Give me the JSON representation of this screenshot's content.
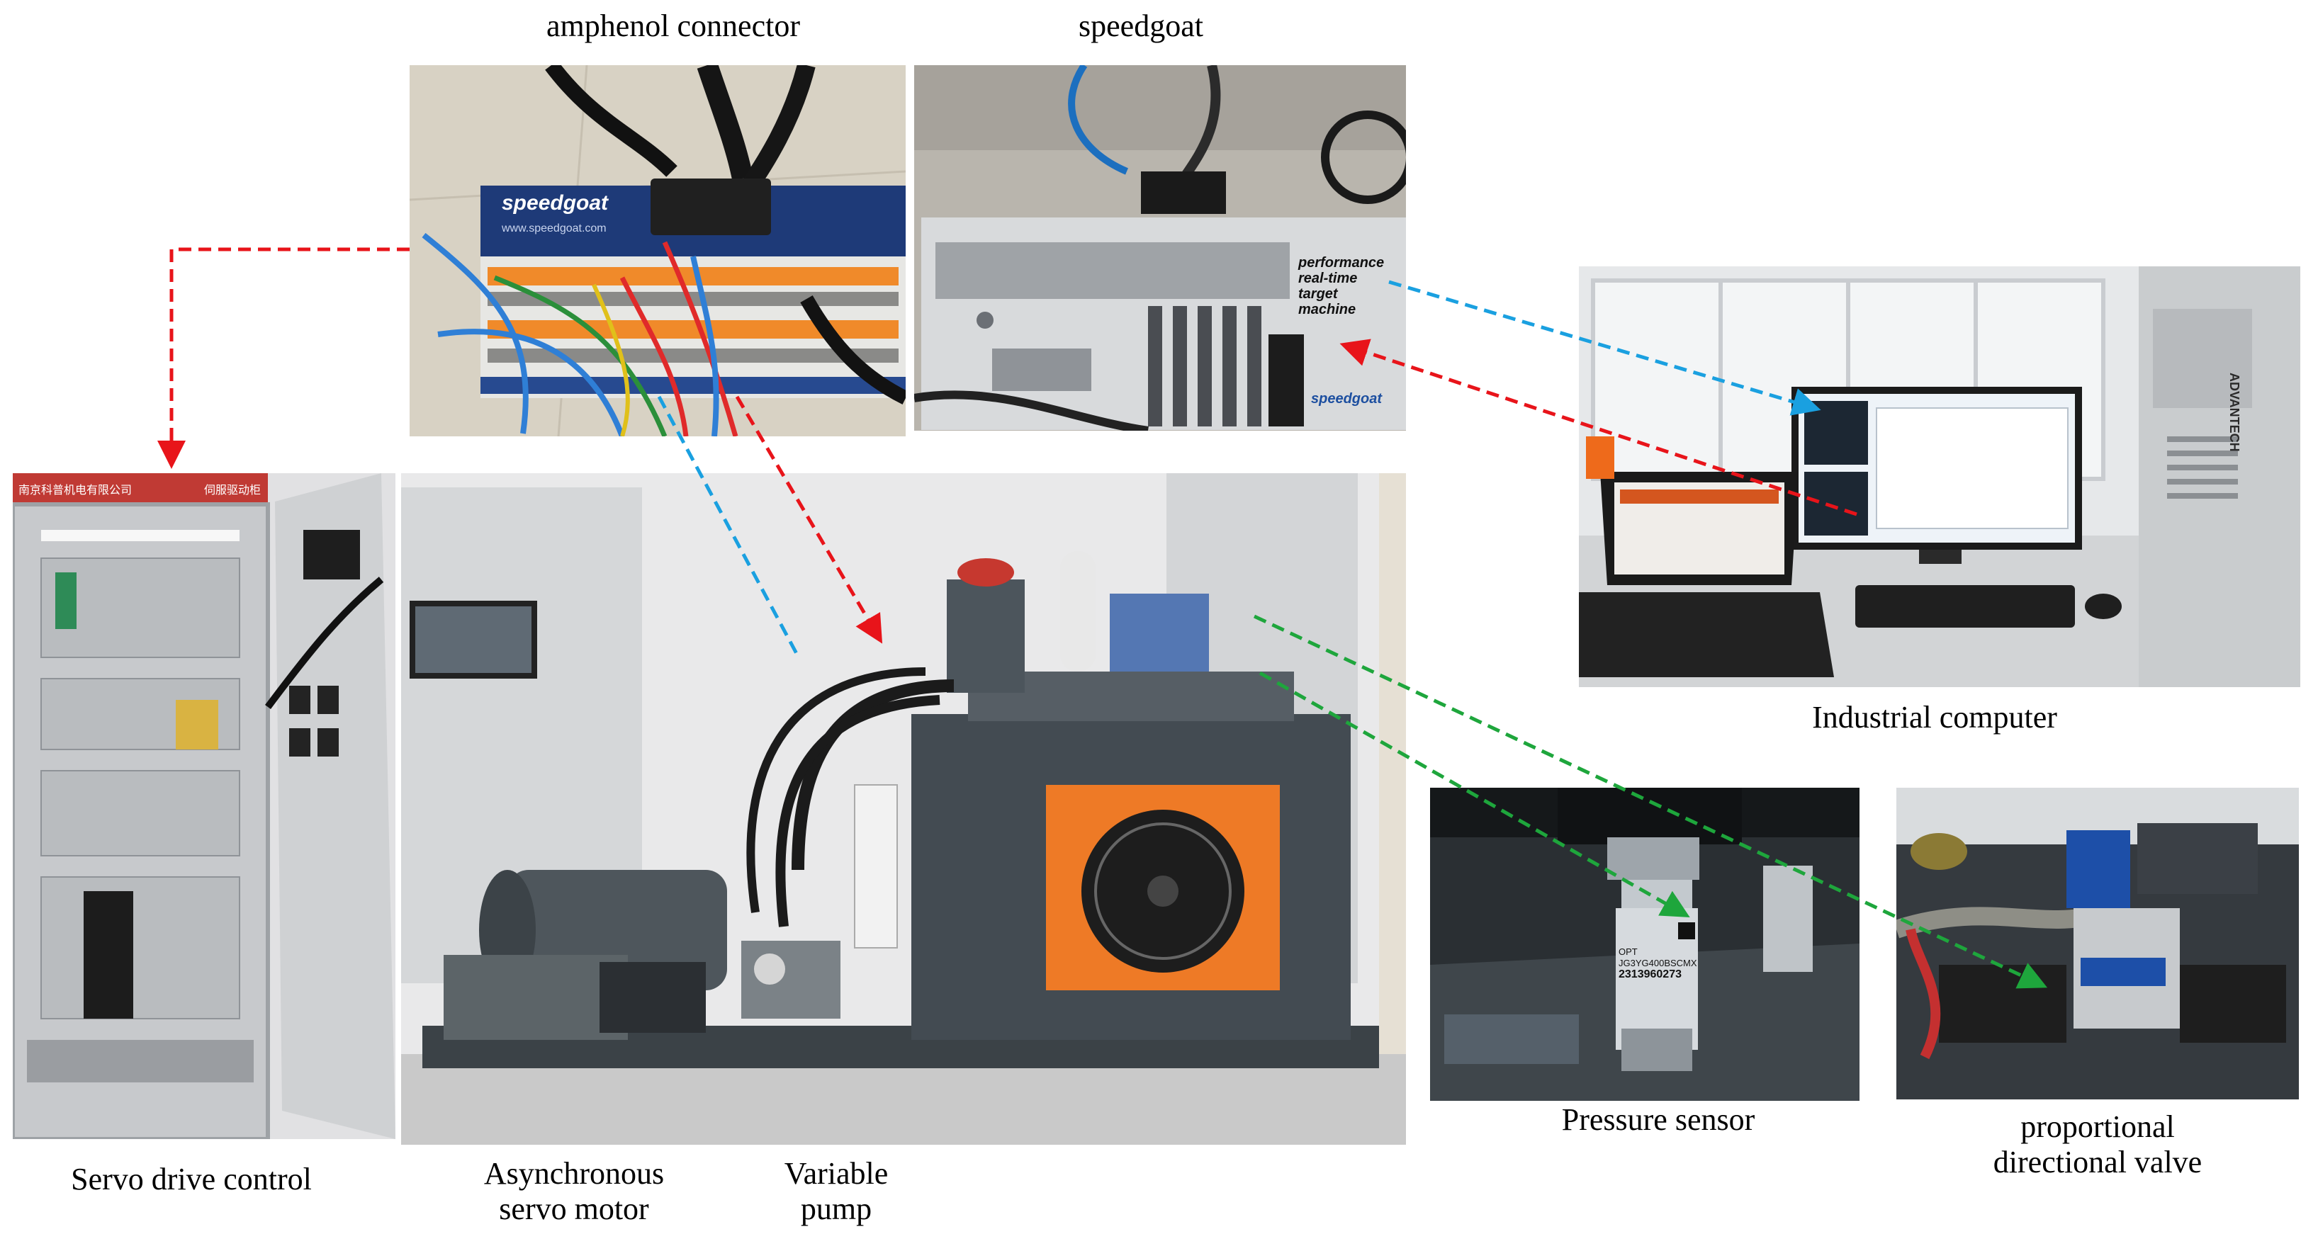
{
  "captions": {
    "amphenol": "amphenol connector",
    "speedgoat": "speedgoat",
    "industrial": "Industrial computer",
    "servo_drive": "Servo drive control",
    "async_motor": [
      "Asynchronous",
      "servo motor"
    ],
    "variable_pump": [
      "Variable",
      "pump"
    ],
    "pressure_sensor": "Pressure sensor",
    "prop_valve": [
      "proportional",
      "directional valve"
    ]
  },
  "photo_text": {
    "terminal_brand": "speedgoat",
    "terminal_web": "www.speedgoat.com",
    "target_machine": [
      "performance",
      "real-time",
      "target",
      "machine"
    ],
    "target_brand": "speedgoat",
    "cabinet_company": "南京科普机电有限公司",
    "cabinet_title": "伺服驱动柜",
    "advantech": "ADVANTECH",
    "sensor_marking": [
      "OPT",
      "JG3YG400BSCMX",
      "2313960273"
    ]
  },
  "arrow_colors": {
    "red": "#e8141a",
    "blue": "#1aa0e0",
    "green": "#1ea63c"
  }
}
